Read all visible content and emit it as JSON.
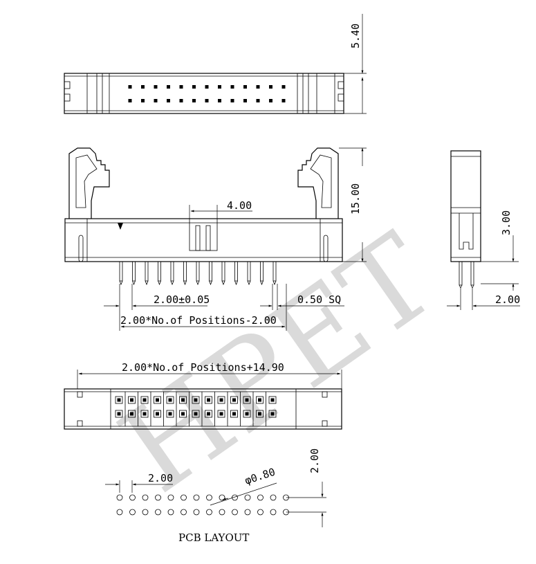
{
  "watermark": "HPET",
  "dimensions": {
    "height_top": "5.40",
    "height_total": "15.00",
    "pin_width": "4.00",
    "pitch_tol": "2.00±0.05",
    "pin_sq": "0.50 SQ",
    "pin_span": "2.00*No.of Positions-2.00",
    "body_len": "2.00*No.of Positions+14.90",
    "side_h": "3.00",
    "side_pitch": "2.00",
    "pcb_pitch_x": "2.00",
    "pcb_hole": "φ0.80",
    "pcb_pitch_y": "2.00"
  },
  "title": "PCB LAYOUT",
  "pins_per_row": 13,
  "pcb_holes_per_row": 14,
  "colors": {
    "line": "#000000",
    "watermark": "#bdbdbd",
    "background": "#ffffff"
  }
}
